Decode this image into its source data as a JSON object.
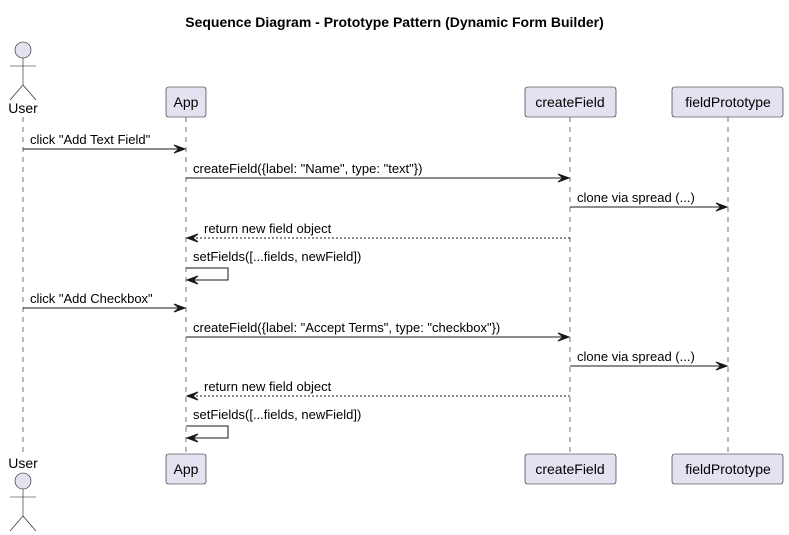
{
  "title": "Sequence Diagram - Prototype Pattern (Dynamic Form Builder)",
  "colors": {
    "participant_fill": "#E2E2F0",
    "line": "#181818",
    "text": "#000000"
  },
  "participants": [
    {
      "id": "user",
      "label": "User",
      "kind": "actor"
    },
    {
      "id": "app",
      "label": "App",
      "kind": "participant"
    },
    {
      "id": "createField",
      "label": "createField",
      "kind": "participant"
    },
    {
      "id": "fieldPrototype",
      "label": "fieldPrototype",
      "kind": "participant"
    }
  ],
  "messages": [
    {
      "from": "user",
      "to": "app",
      "label": "click \"Add Text Field\"",
      "style": "solid"
    },
    {
      "from": "app",
      "to": "createField",
      "label": "createField({label: \"Name\", type: \"text\"})",
      "style": "solid"
    },
    {
      "from": "createField",
      "to": "fieldPrototype",
      "label": "clone via spread (...)",
      "style": "solid"
    },
    {
      "from": "createField",
      "to": "app",
      "label": "return new field object",
      "style": "dashed"
    },
    {
      "from": "app",
      "to": "app",
      "label": "setFields([...fields, newField])",
      "style": "solid"
    },
    {
      "from": "user",
      "to": "app",
      "label": "click \"Add Checkbox\"",
      "style": "solid"
    },
    {
      "from": "app",
      "to": "createField",
      "label": "createField({label: \"Accept Terms\", type: \"checkbox\"})",
      "style": "solid"
    },
    {
      "from": "createField",
      "to": "fieldPrototype",
      "label": "clone via spread (...)",
      "style": "solid"
    },
    {
      "from": "createField",
      "to": "app",
      "label": "return new field object",
      "style": "dashed"
    },
    {
      "from": "app",
      "to": "app",
      "label": "setFields([...fields, newField])",
      "style": "solid"
    }
  ]
}
